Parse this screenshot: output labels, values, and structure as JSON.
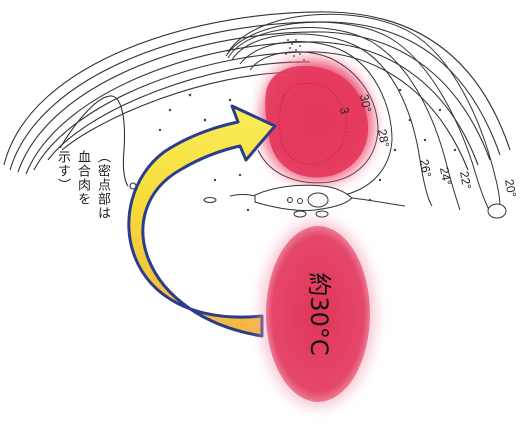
{
  "contours": {
    "label_30": "30°",
    "label_28": "28°",
    "label_26": "26°",
    "label_24": "24°",
    "label_22": "22°",
    "label_20": "20°",
    "label_3x": "3"
  },
  "side_note": {
    "line_1": "（密点部は",
    "line_2": "血合肉を",
    "line_3": "示す）"
  },
  "callout": {
    "text": "約30°C"
  },
  "colors": {
    "hot_zone": "#e8365a",
    "callout_fill": "#e23a5c",
    "arrow_fill_top": "#f6e43a",
    "arrow_fill_bottom": "#f4b040",
    "arrow_outline": "#2a3c8c",
    "contour_line": "#333333"
  }
}
